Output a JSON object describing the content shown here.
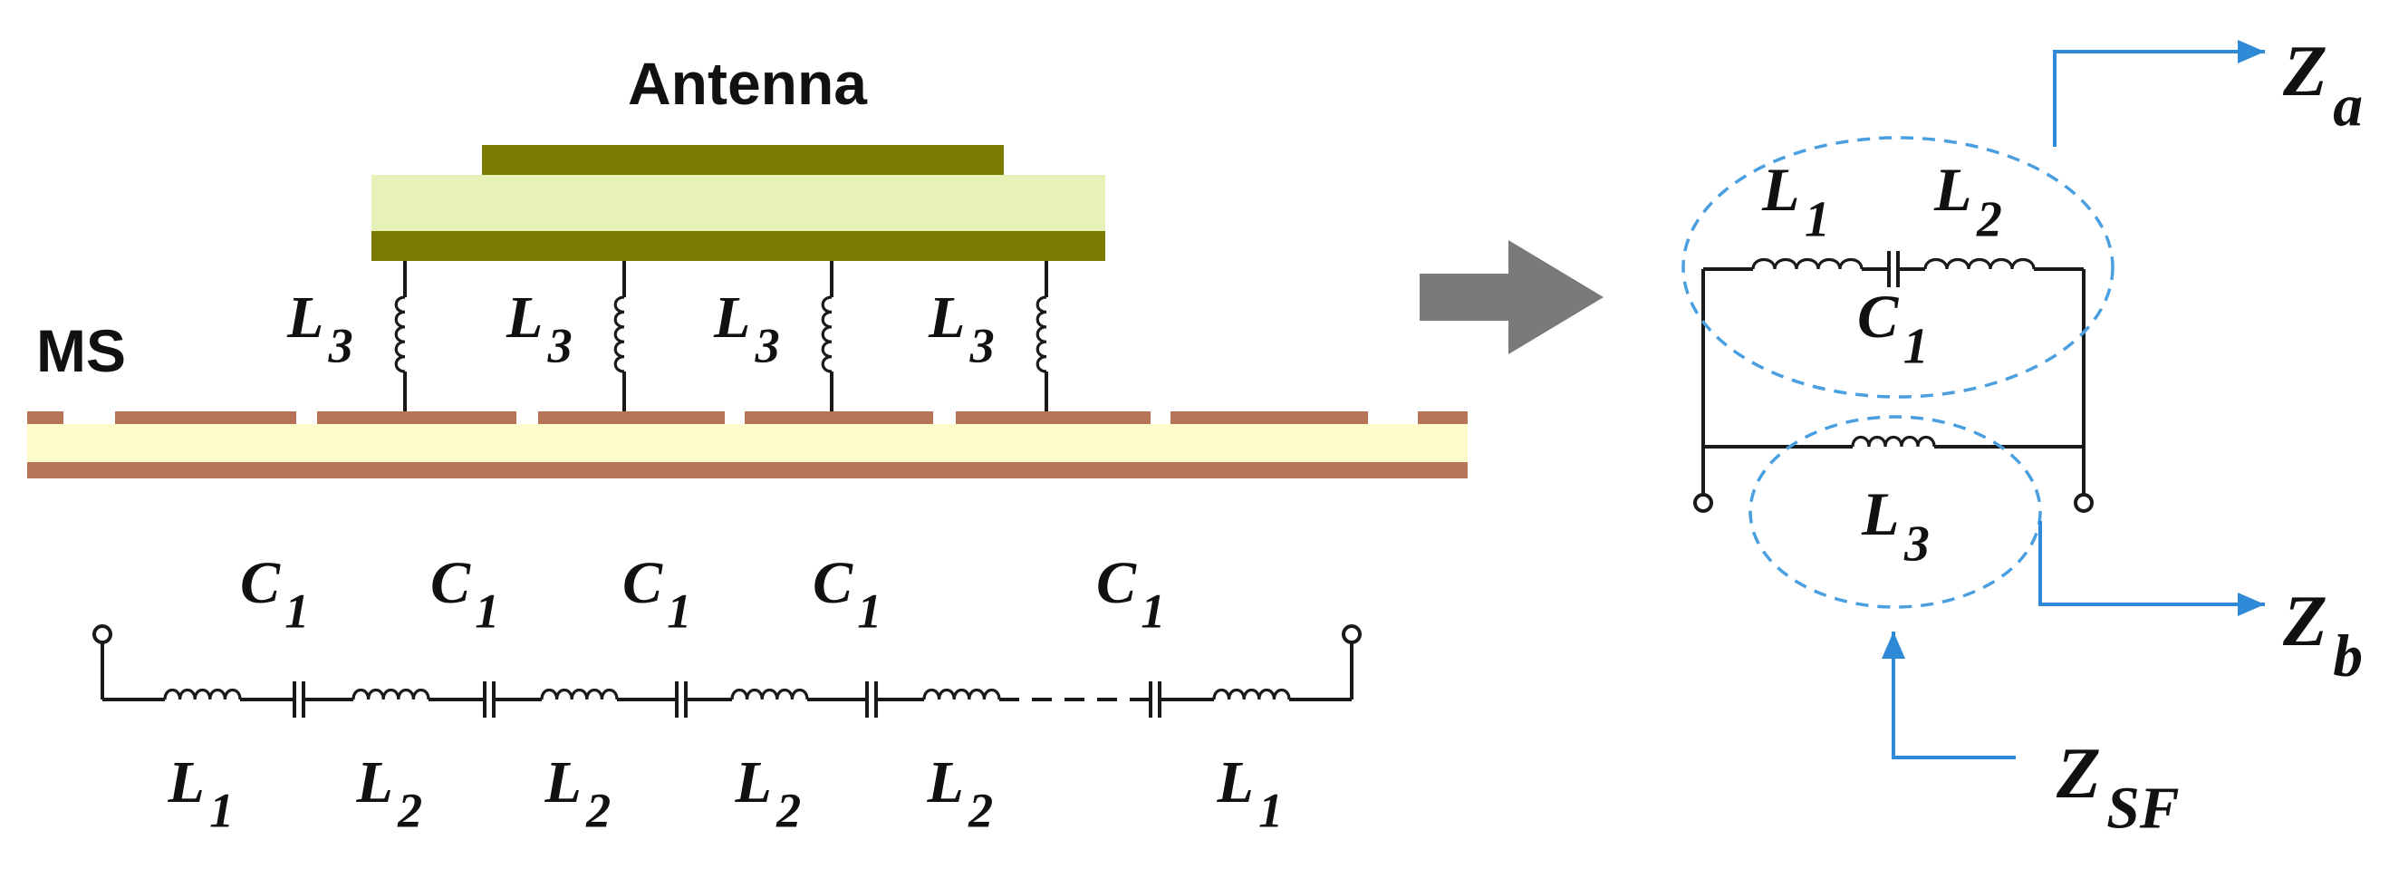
{
  "colors": {
    "antenna_patch": "#7a7a00",
    "antenna_substrate": "#e6f2b8",
    "ms_copper": "#b67357",
    "ms_substrate": "#fdfbc9",
    "arrow_gray": "#7a7a7a",
    "blue": "#2e8ad6",
    "dashed_blue": "#4a9fe0",
    "wire": "#1a1a1a"
  },
  "structure": {
    "antenna_label": "Antenna",
    "ms_label": "MS",
    "via_inductors": [
      {
        "letter": "L",
        "sub": "3"
      },
      {
        "letter": "L",
        "sub": "3"
      },
      {
        "letter": "L",
        "sub": "3"
      },
      {
        "letter": "L",
        "sub": "3"
      }
    ]
  },
  "ladder": {
    "capacitors": [
      {
        "letter": "C",
        "sub": "1"
      },
      {
        "letter": "C",
        "sub": "1"
      },
      {
        "letter": "C",
        "sub": "1"
      },
      {
        "letter": "C",
        "sub": "1"
      },
      {
        "letter": "C",
        "sub": "1"
      }
    ],
    "inductors": [
      {
        "letter": "L",
        "sub": "1"
      },
      {
        "letter": "L",
        "sub": "2"
      },
      {
        "letter": "L",
        "sub": "2"
      },
      {
        "letter": "L",
        "sub": "2"
      },
      {
        "letter": "L",
        "sub": "2"
      },
      {
        "letter": "L",
        "sub": "1"
      }
    ]
  },
  "unit_cell": {
    "series_l1": {
      "letter": "L",
      "sub": "1"
    },
    "series_l2": {
      "letter": "L",
      "sub": "2"
    },
    "series_c1": {
      "letter": "C",
      "sub": "1"
    },
    "shunt_l3": {
      "letter": "L",
      "sub": "3"
    },
    "za": {
      "letter": "Z",
      "sub": "a"
    },
    "zb": {
      "letter": "Z",
      "sub": "b"
    },
    "zsf": {
      "letter": "Z",
      "sub": "SF"
    }
  },
  "transform_arrow": "arrow-right-icon"
}
